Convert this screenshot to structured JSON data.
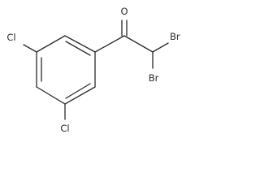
{
  "molecule": {
    "atoms": {
      "oxygen": "O",
      "bromine_upper": "Br",
      "bromine_lower": "Br",
      "chlorine_left": "Cl",
      "chlorine_bottom": "Cl"
    }
  }
}
